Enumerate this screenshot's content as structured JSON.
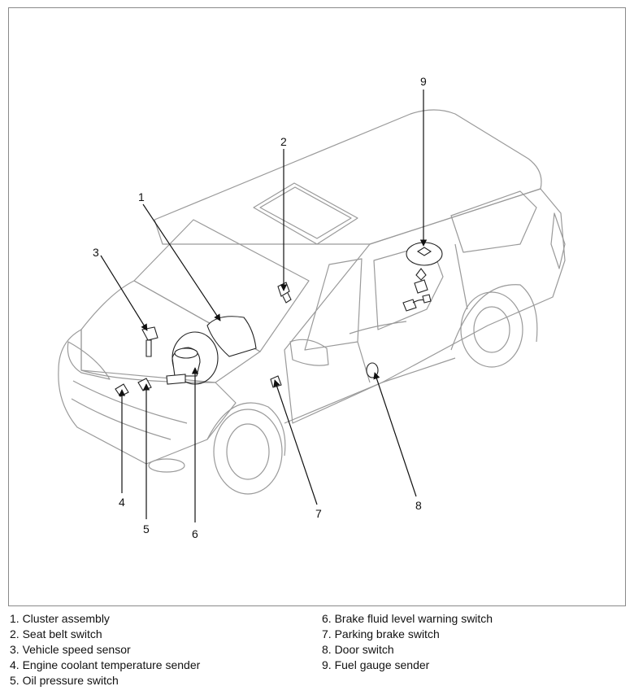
{
  "callouts": [
    {
      "number": "1",
      "label": "Cluster assembly"
    },
    {
      "number": "2",
      "label": "Seat belt switch"
    },
    {
      "number": "3",
      "label": "Vehicle speed sensor"
    },
    {
      "number": "4",
      "label": "Engine coolant temperature sender"
    },
    {
      "number": "5",
      "label": "Oil pressure switch"
    },
    {
      "number": "6",
      "label": "Brake fluid level warning switch"
    },
    {
      "number": "7",
      "label": "Parking brake switch"
    },
    {
      "number": "8",
      "label": "Door switch"
    },
    {
      "number": "9",
      "label": "Fuel gauge sender"
    }
  ],
  "legend": {
    "left": [
      "1. Cluster assembly",
      "2. Seat belt switch",
      "3. Vehicle speed sensor",
      "4. Engine coolant temperature sender",
      "5. Oil pressure switch"
    ],
    "right": [
      "6. Brake fluid level warning switch",
      "7. Parking brake switch",
      "8. Door switch",
      "9. Fuel gauge sender"
    ]
  }
}
